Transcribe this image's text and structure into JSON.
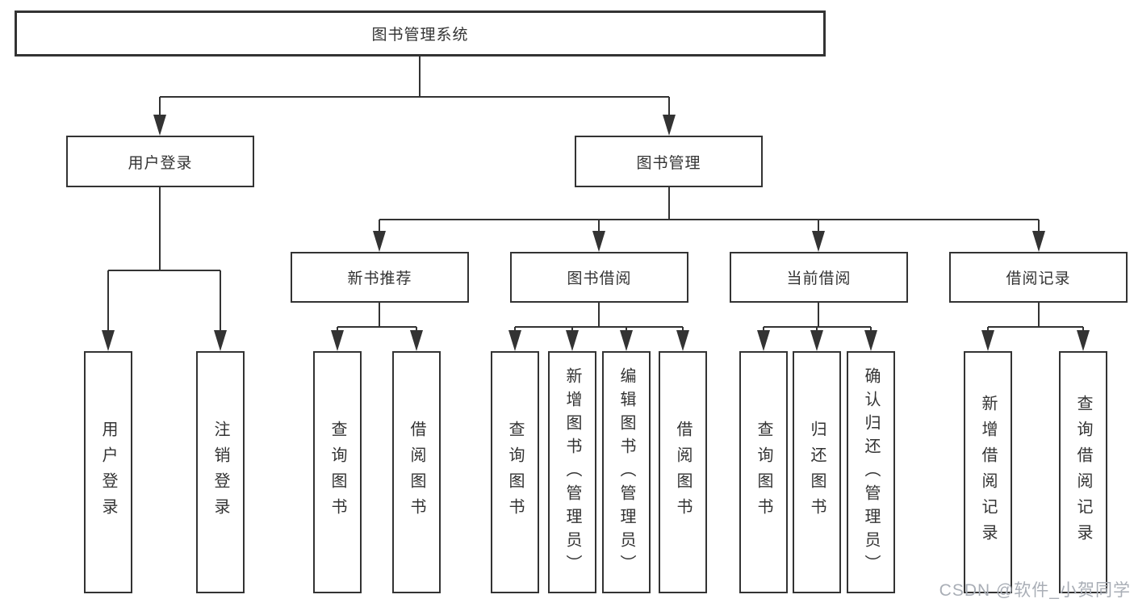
{
  "diagram_title": "图书管理系统",
  "tree": {
    "label": "图书管理系统",
    "children": [
      {
        "label": "用户登录",
        "children": [
          {
            "label": "用户登录"
          },
          {
            "label": "注销登录"
          }
        ]
      },
      {
        "label": "图书管理",
        "children": [
          {
            "label": "新书推荐",
            "children": [
              {
                "label": "查询图书"
              },
              {
                "label": "借阅图书"
              }
            ]
          },
          {
            "label": "图书借阅",
            "children": [
              {
                "label": "查询图书"
              },
              {
                "label": "新增图书（管理员）"
              },
              {
                "label": "编辑图书（管理员）"
              },
              {
                "label": "借阅图书"
              }
            ]
          },
          {
            "label": "当前借阅",
            "children": [
              {
                "label": "查询图书"
              },
              {
                "label": "归还图书"
              },
              {
                "label": "确认归还（管理员）"
              }
            ]
          },
          {
            "label": "借阅记录",
            "children": [
              {
                "label": "新增借阅记录"
              },
              {
                "label": "查询借阅记录"
              }
            ]
          }
        ]
      }
    ]
  },
  "watermark": {
    "text": "CSDN @软件_小贺同学"
  },
  "colors": {
    "line": "#333333",
    "box_border": "#333333",
    "box_fill": "#ffffff",
    "text": "#333333",
    "watermark": "#a9aeb6",
    "background": "#ffffff"
  }
}
